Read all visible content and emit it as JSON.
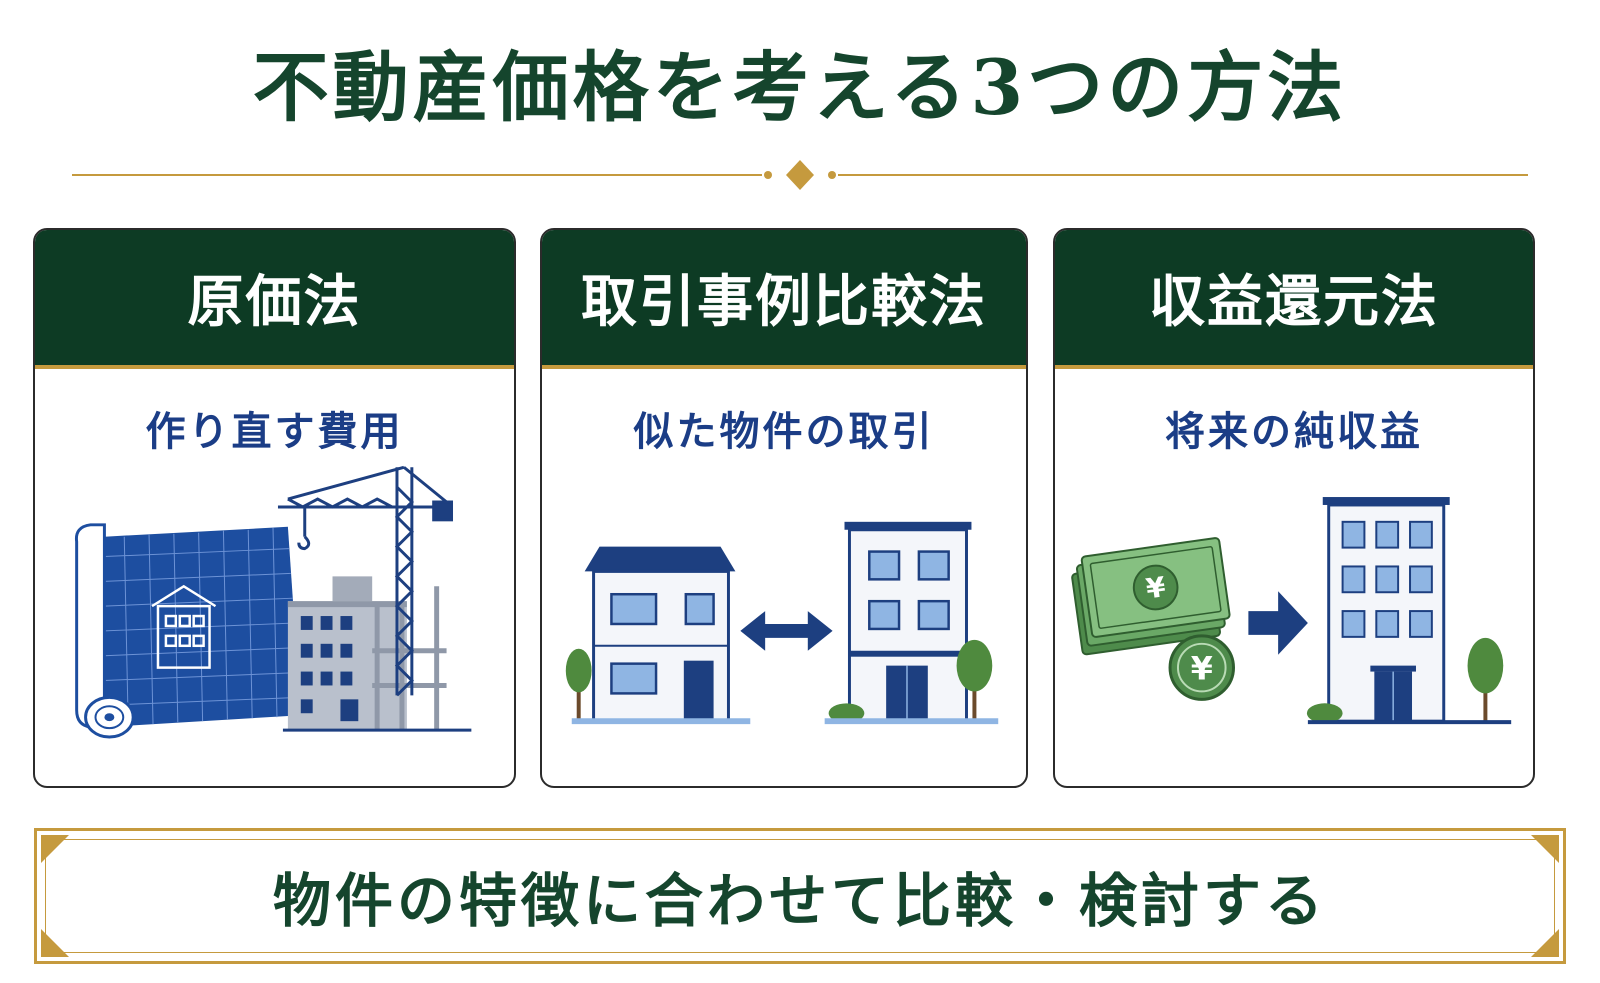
{
  "title": "不動産価格を考える3つの方法",
  "cards": [
    {
      "heading": "原価法",
      "subtitle": "作り直す費用"
    },
    {
      "heading": "取引事例比較法",
      "subtitle": "似た物件の取引"
    },
    {
      "heading": "収益還元法",
      "subtitle": "将来の純収益"
    }
  ],
  "coin_symbol": "¥",
  "footer": "物件の特徴に合わせて比較・検討する",
  "colors": {
    "dark_green": "#0d3b24",
    "title_green": "#15452d",
    "gold": "#c59a3e",
    "navy": "#1b3d86",
    "money_green": "#5d9a5a"
  }
}
